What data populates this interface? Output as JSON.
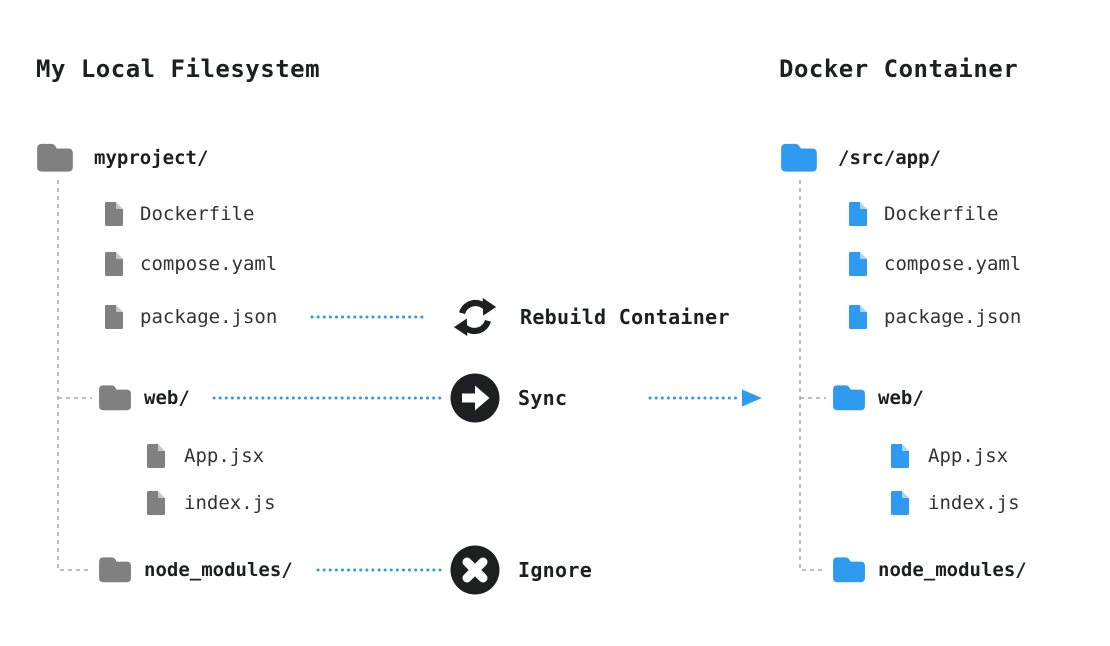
{
  "diagram": {
    "left_title": "My Local Filesystem",
    "right_title": "Docker Container"
  },
  "colors": {
    "accent-blue": "#2e9bf0",
    "icon-gray": "#808080",
    "ink": "#1d1f21",
    "tree-line-gray": "#a9a9a9",
    "file-text": "#333333",
    "fold-gray": "#c6c6c6",
    "fold-blue": "#a8d4f8"
  },
  "local_tree": {
    "items": [
      {
        "label": "myproject/",
        "type": "folder",
        "icon": "folder-icon"
      },
      {
        "label": "Dockerfile",
        "type": "file",
        "icon": "file-icon"
      },
      {
        "label": "compose.yaml",
        "type": "file",
        "icon": "file-icon"
      },
      {
        "label": "package.json",
        "type": "file",
        "icon": "file-icon"
      },
      {
        "label": "web/",
        "type": "folder",
        "icon": "folder-icon"
      },
      {
        "label": "App.jsx",
        "type": "file",
        "icon": "file-icon"
      },
      {
        "label": "index.js",
        "type": "file",
        "icon": "file-icon"
      },
      {
        "label": "node_modules/",
        "type": "folder",
        "icon": "folder-icon"
      }
    ]
  },
  "container_tree": {
    "items": [
      {
        "label": "/src/app/",
        "type": "folder",
        "icon": "folder-icon"
      },
      {
        "label": "Dockerfile",
        "type": "file",
        "icon": "file-icon"
      },
      {
        "label": "compose.yaml",
        "type": "file",
        "icon": "file-icon"
      },
      {
        "label": "package.json",
        "type": "file",
        "icon": "file-icon"
      },
      {
        "label": "web/",
        "type": "folder",
        "icon": "folder-icon"
      },
      {
        "label": "App.jsx",
        "type": "file",
        "icon": "file-icon"
      },
      {
        "label": "index.js",
        "type": "file",
        "icon": "file-icon"
      },
      {
        "label": "node_modules/",
        "type": "folder",
        "icon": "folder-icon"
      }
    ]
  },
  "actions": [
    {
      "label": "Rebuild Container",
      "icon": "rotate-icon"
    },
    {
      "label": "Sync",
      "icon": "arrow-right-circle-icon"
    },
    {
      "label": "Ignore",
      "icon": "x-circle-icon"
    }
  ]
}
